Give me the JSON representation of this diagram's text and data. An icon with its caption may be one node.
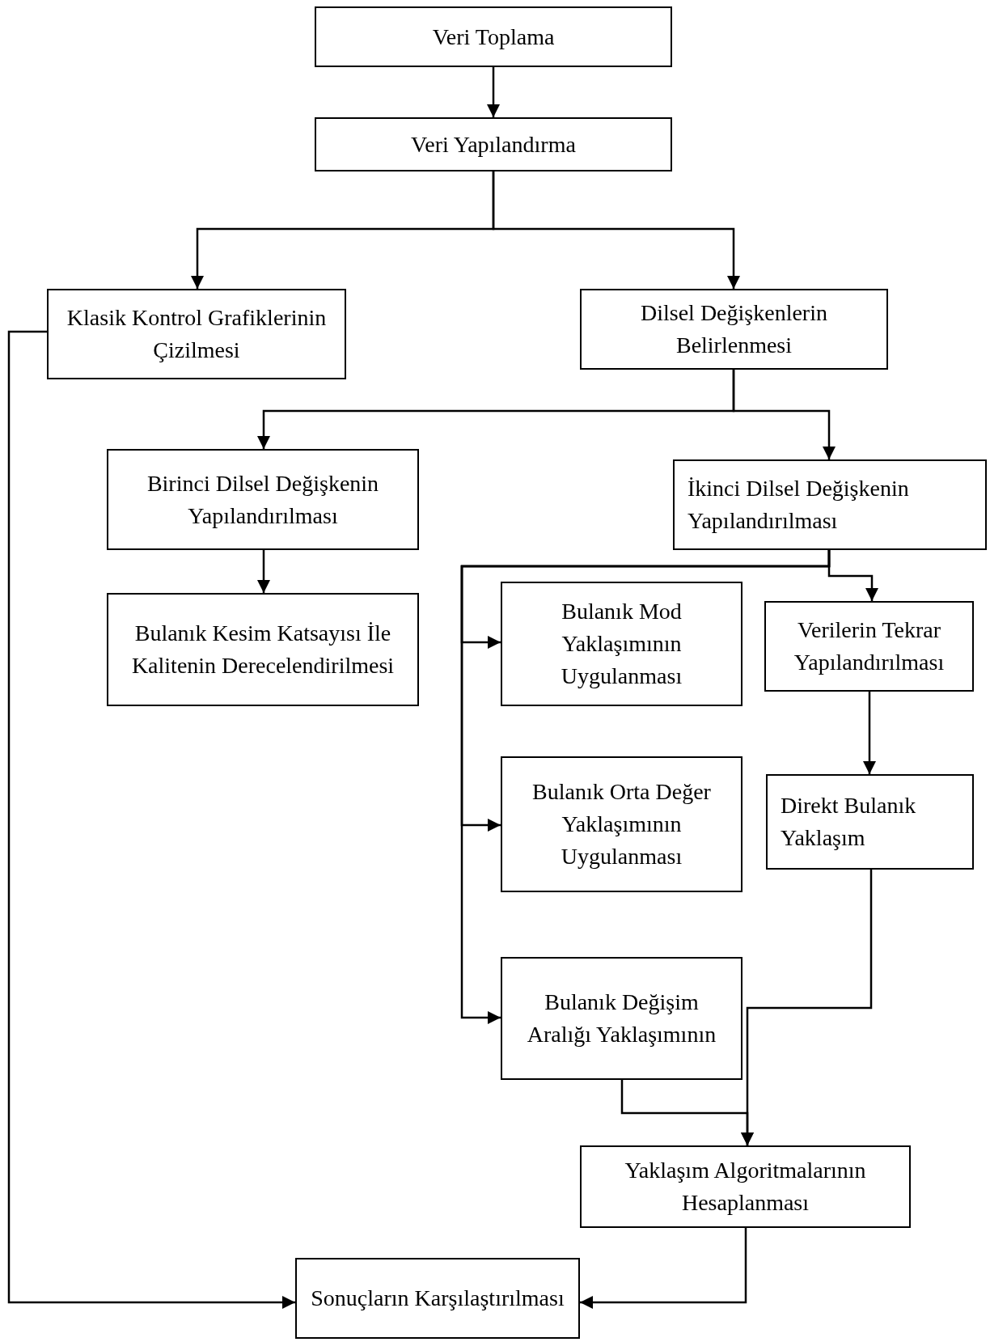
{
  "diagram": {
    "nodes": [
      {
        "text": [
          "Veri Toplama"
        ]
      },
      {
        "text": [
          "Veri Yapılandırma"
        ]
      },
      {
        "text": [
          "Klasik Kontrol Grafiklerinin Çizilmesi"
        ]
      },
      {
        "text": [
          "Dilsel Değişkenlerin Belirlenmesi"
        ]
      },
      {
        "text": [
          "Birinci Dilsel Değişkenin Yapılandırılması"
        ]
      },
      {
        "text": [
          "İkinci Dilsel Değişkenin Yapılandırılması"
        ]
      },
      {
        "text": [
          "Bulanık Kesim Katsayısı İle Kalitenin Derecelendirilmesi"
        ]
      },
      {
        "text": [
          "Bulanık Mod Yaklaşımının Uygulanması"
        ]
      },
      {
        "text": [
          "Verilerin Tekrar Yapılandırılması"
        ]
      },
      {
        "text": [
          "Bulanık Orta Değer Yaklaşımının Uygulanması"
        ]
      },
      {
        "text": [
          "Direkt Bulanık Yaklaşım"
        ]
      },
      {
        "text": [
          "Bulanık Değişim Aralığı Yaklaşımının"
        ]
      },
      {
        "text": [
          "Yaklaşım Algoritmalarının Hesaplanması"
        ]
      },
      {
        "text": [
          "Sonuçların Karşılaştırılması"
        ]
      }
    ],
    "edges": [
      {
        "from": 0,
        "to": 1,
        "arrow": "to"
      },
      {
        "from": 1,
        "to": 2,
        "arrow": "to"
      },
      {
        "from": 1,
        "to": 3,
        "arrow": "to"
      },
      {
        "from": 3,
        "to": 4,
        "arrow": "to"
      },
      {
        "from": 3,
        "to": 5,
        "arrow": "to"
      },
      {
        "from": 4,
        "to": 6,
        "arrow": "to"
      },
      {
        "from": 5,
        "to": 7,
        "arrow": "to"
      },
      {
        "from": 5,
        "to": 9,
        "arrow": "to"
      },
      {
        "from": 5,
        "to": 11,
        "arrow": "to"
      },
      {
        "from": 5,
        "to": 8,
        "arrow": "to"
      },
      {
        "from": 8,
        "to": 10,
        "arrow": "to"
      },
      {
        "from": 10,
        "to": 12,
        "arrow": "to"
      },
      {
        "from": 11,
        "to": 12,
        "arrow": "to"
      },
      {
        "from": 2,
        "to": 13,
        "arrow": "to"
      },
      {
        "from": 12,
        "to": 13,
        "arrow": "to"
      }
    ]
  }
}
